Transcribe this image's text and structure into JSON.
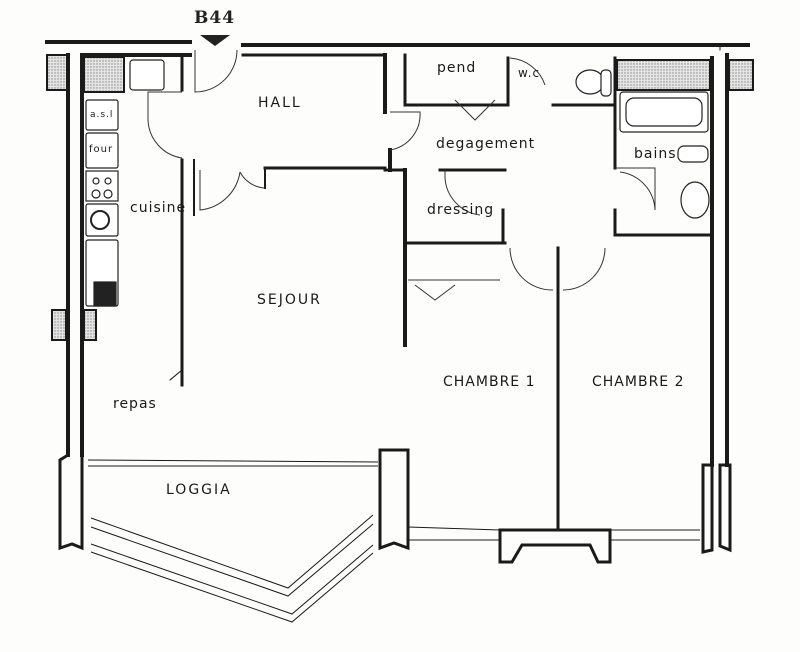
{
  "plan": {
    "unit_id": "B44",
    "rooms": {
      "hall": "HALL",
      "cuisine": "cuisine",
      "sejour": "SEJOUR",
      "repas": "repas",
      "loggia": "LOGGIA",
      "pend": "pend",
      "wc": "w.c",
      "degagement": "degagement",
      "dressing": "dressing",
      "bains": "bains",
      "chambre1": "CHAMBRE 1",
      "chambre2": "CHAMBRE 2"
    },
    "kitchen_fixtures": {
      "asl": "a.s.l",
      "four": "four"
    },
    "colors": {
      "wall": "#1a1a1a",
      "paper": "#fdfdfb",
      "hatch": "#bdbdbd"
    }
  }
}
